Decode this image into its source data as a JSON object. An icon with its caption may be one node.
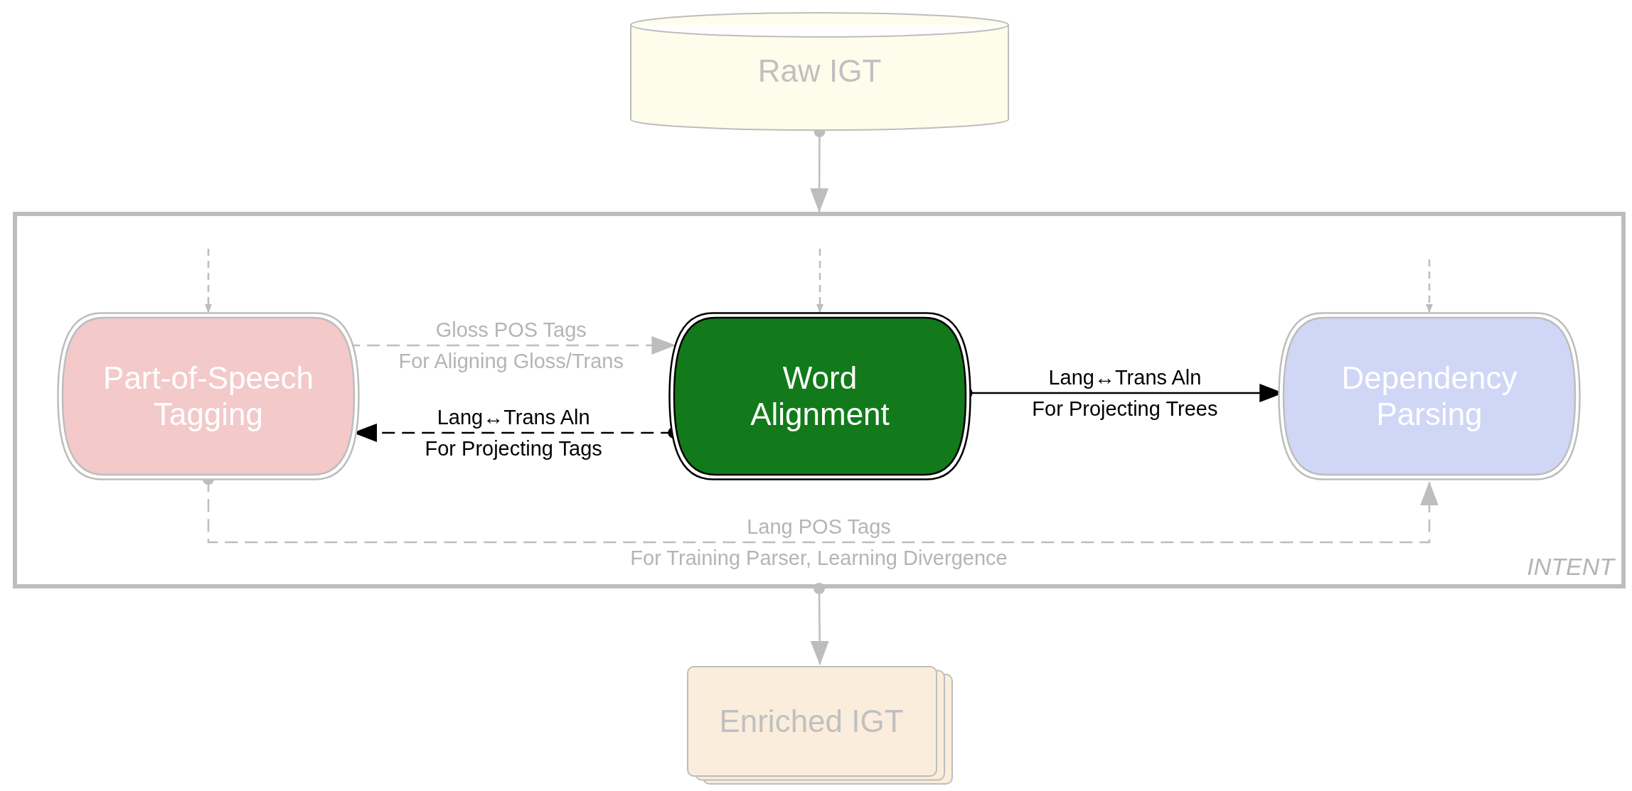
{
  "diagram": {
    "nodes": [
      {
        "text": [
          "Raw IGT"
        ]
      },
      {
        "text": [
          "INTENT"
        ]
      },
      {
        "text": [
          "Part-of-Speech Tagging"
        ],
        "in": 1
      },
      {
        "text": [
          "Word Alignment"
        ],
        "in": 1
      },
      {
        "text": [
          "Dependency Parsing"
        ],
        "in": 1
      },
      {
        "text": [
          "Enriched IGT"
        ]
      }
    ],
    "edges": [
      {
        "from": 0,
        "to": 1,
        "arrow": "to"
      },
      {
        "from": null,
        "to": 2,
        "arrow": "to",
        "style": "dashed"
      },
      {
        "from": null,
        "to": 3,
        "arrow": "to",
        "style": "dashed"
      },
      {
        "from": null,
        "to": 4,
        "arrow": "to",
        "style": "dashed"
      },
      {
        "from": 2,
        "to": 3,
        "arrow": "to",
        "style": "dashed",
        "label": "Gloss POS Tags For Aligning Gloss/Trans"
      },
      {
        "from": 3,
        "to": 2,
        "arrow": "to",
        "style": "dashed",
        "color": "#000000",
        "label": "Lang↔Trans Aln For Projecting Tags"
      },
      {
        "from": 3,
        "to": 4,
        "arrow": "to",
        "color": "#000000",
        "label": "Lang↔Trans Aln For Projecting Trees"
      },
      {
        "from": 2,
        "to": 4,
        "arrow": "to",
        "style": "dashed",
        "label": "Lang POS Tags For Training Parser, Learning Divergence"
      },
      {
        "from": 1,
        "to": 5,
        "arrow": "to"
      }
    ]
  }
}
